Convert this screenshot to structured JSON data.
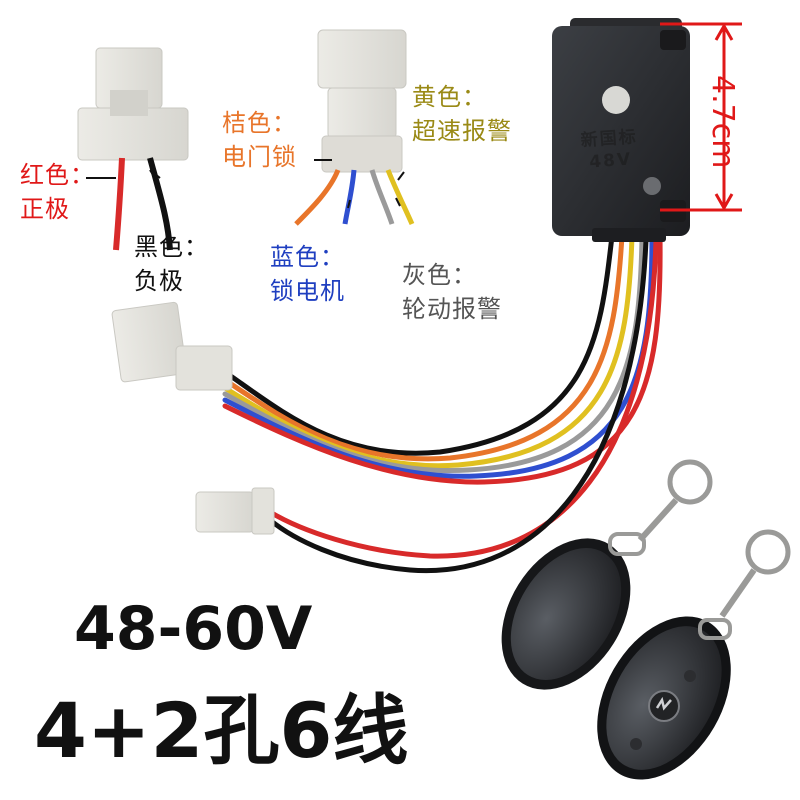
{
  "colors": {
    "red": "#e01818",
    "orange": "#e8752a",
    "yellow": "#9a8a16",
    "blue": "#1f3fc0",
    "gray": "#555555",
    "black": "#111111",
    "dim": "#e01818"
  },
  "labels": {
    "red": [
      "红色：",
      "正极"
    ],
    "black": [
      "黑色：",
      "负极"
    ],
    "orange": [
      "桔色：",
      "电门锁"
    ],
    "yellow": [
      "黄色：",
      "超速报警"
    ],
    "blue": [
      "蓝色：",
      "锁电机"
    ],
    "gray": [
      "灰色：",
      "轮动报警"
    ]
  },
  "dimension": "4.7cm",
  "module_marking": [
    "新国标",
    "48V"
  ],
  "voltage": "48-60V",
  "spec": "4+2孔6线",
  "icons": {
    "remote_button": "power-icon"
  }
}
